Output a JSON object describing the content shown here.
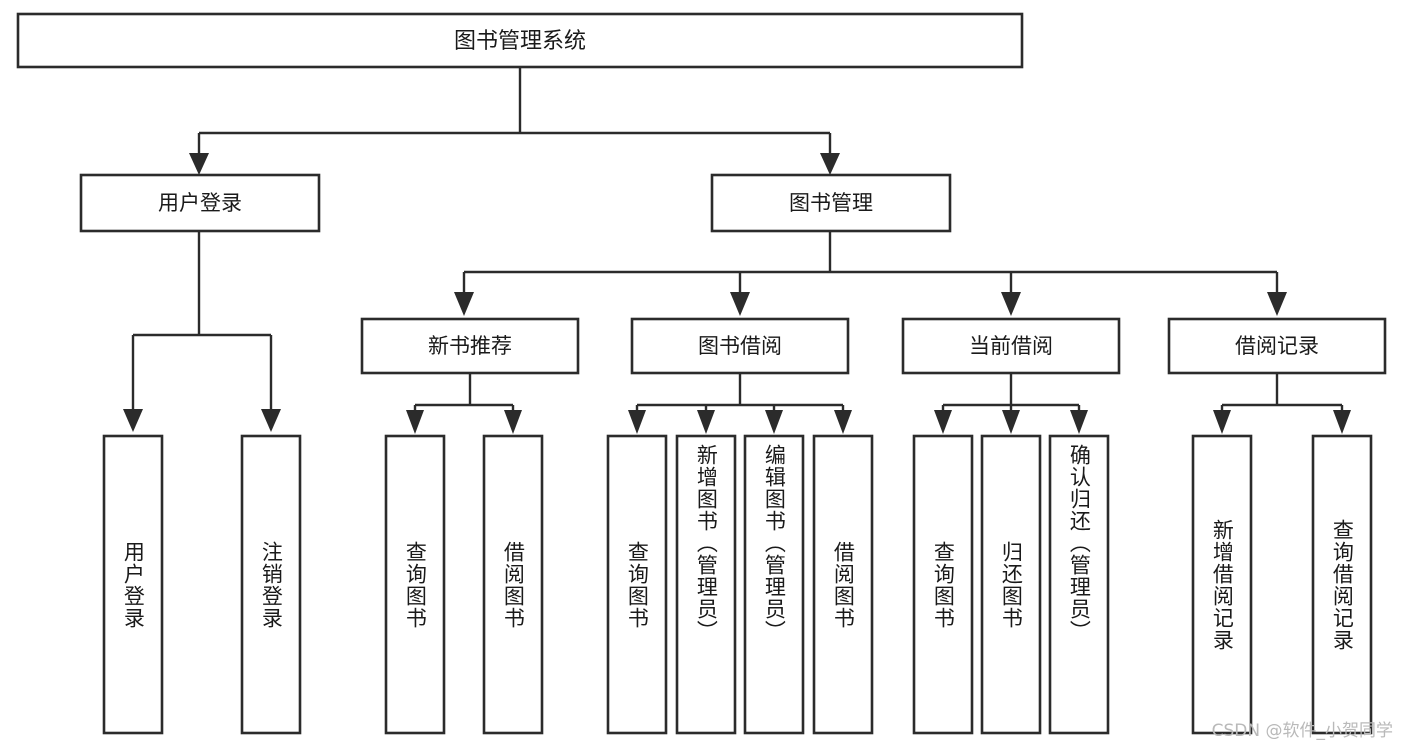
{
  "diagram": {
    "type": "tree",
    "title": "图书管理系统",
    "watermark": "CSDN @软件_小贺同学",
    "colors": {
      "background": "#ffffff",
      "stroke": "#2b2b2b",
      "text": "#1a1a1a",
      "watermark": "#b9b9b9"
    },
    "root": {
      "label": "图书管理系统"
    },
    "level1": [
      {
        "label": "用户登录"
      },
      {
        "label": "图书管理"
      }
    ],
    "level2": [
      {
        "label": "新书推荐"
      },
      {
        "label": "图书借阅"
      },
      {
        "label": "当前借阅"
      },
      {
        "label": "借阅记录"
      }
    ],
    "leaves": {
      "user_login": [
        {
          "label": "用户登录"
        },
        {
          "label": "注销登录"
        }
      ],
      "new_book": [
        {
          "label": "查询图书"
        },
        {
          "label": "借阅图书"
        }
      ],
      "book_borrow": [
        {
          "label": "查询图书"
        },
        {
          "label": "新增图书（管理员）"
        },
        {
          "label": "编辑图书（管理员）"
        },
        {
          "label": "借阅图书"
        }
      ],
      "current_borrow": [
        {
          "label": "查询图书"
        },
        {
          "label": "归还图书"
        },
        {
          "label": "确认归还（管理员）"
        }
      ],
      "borrow_record": [
        {
          "label": "新增借阅记录"
        },
        {
          "label": "查询借阅记录"
        }
      ]
    }
  }
}
